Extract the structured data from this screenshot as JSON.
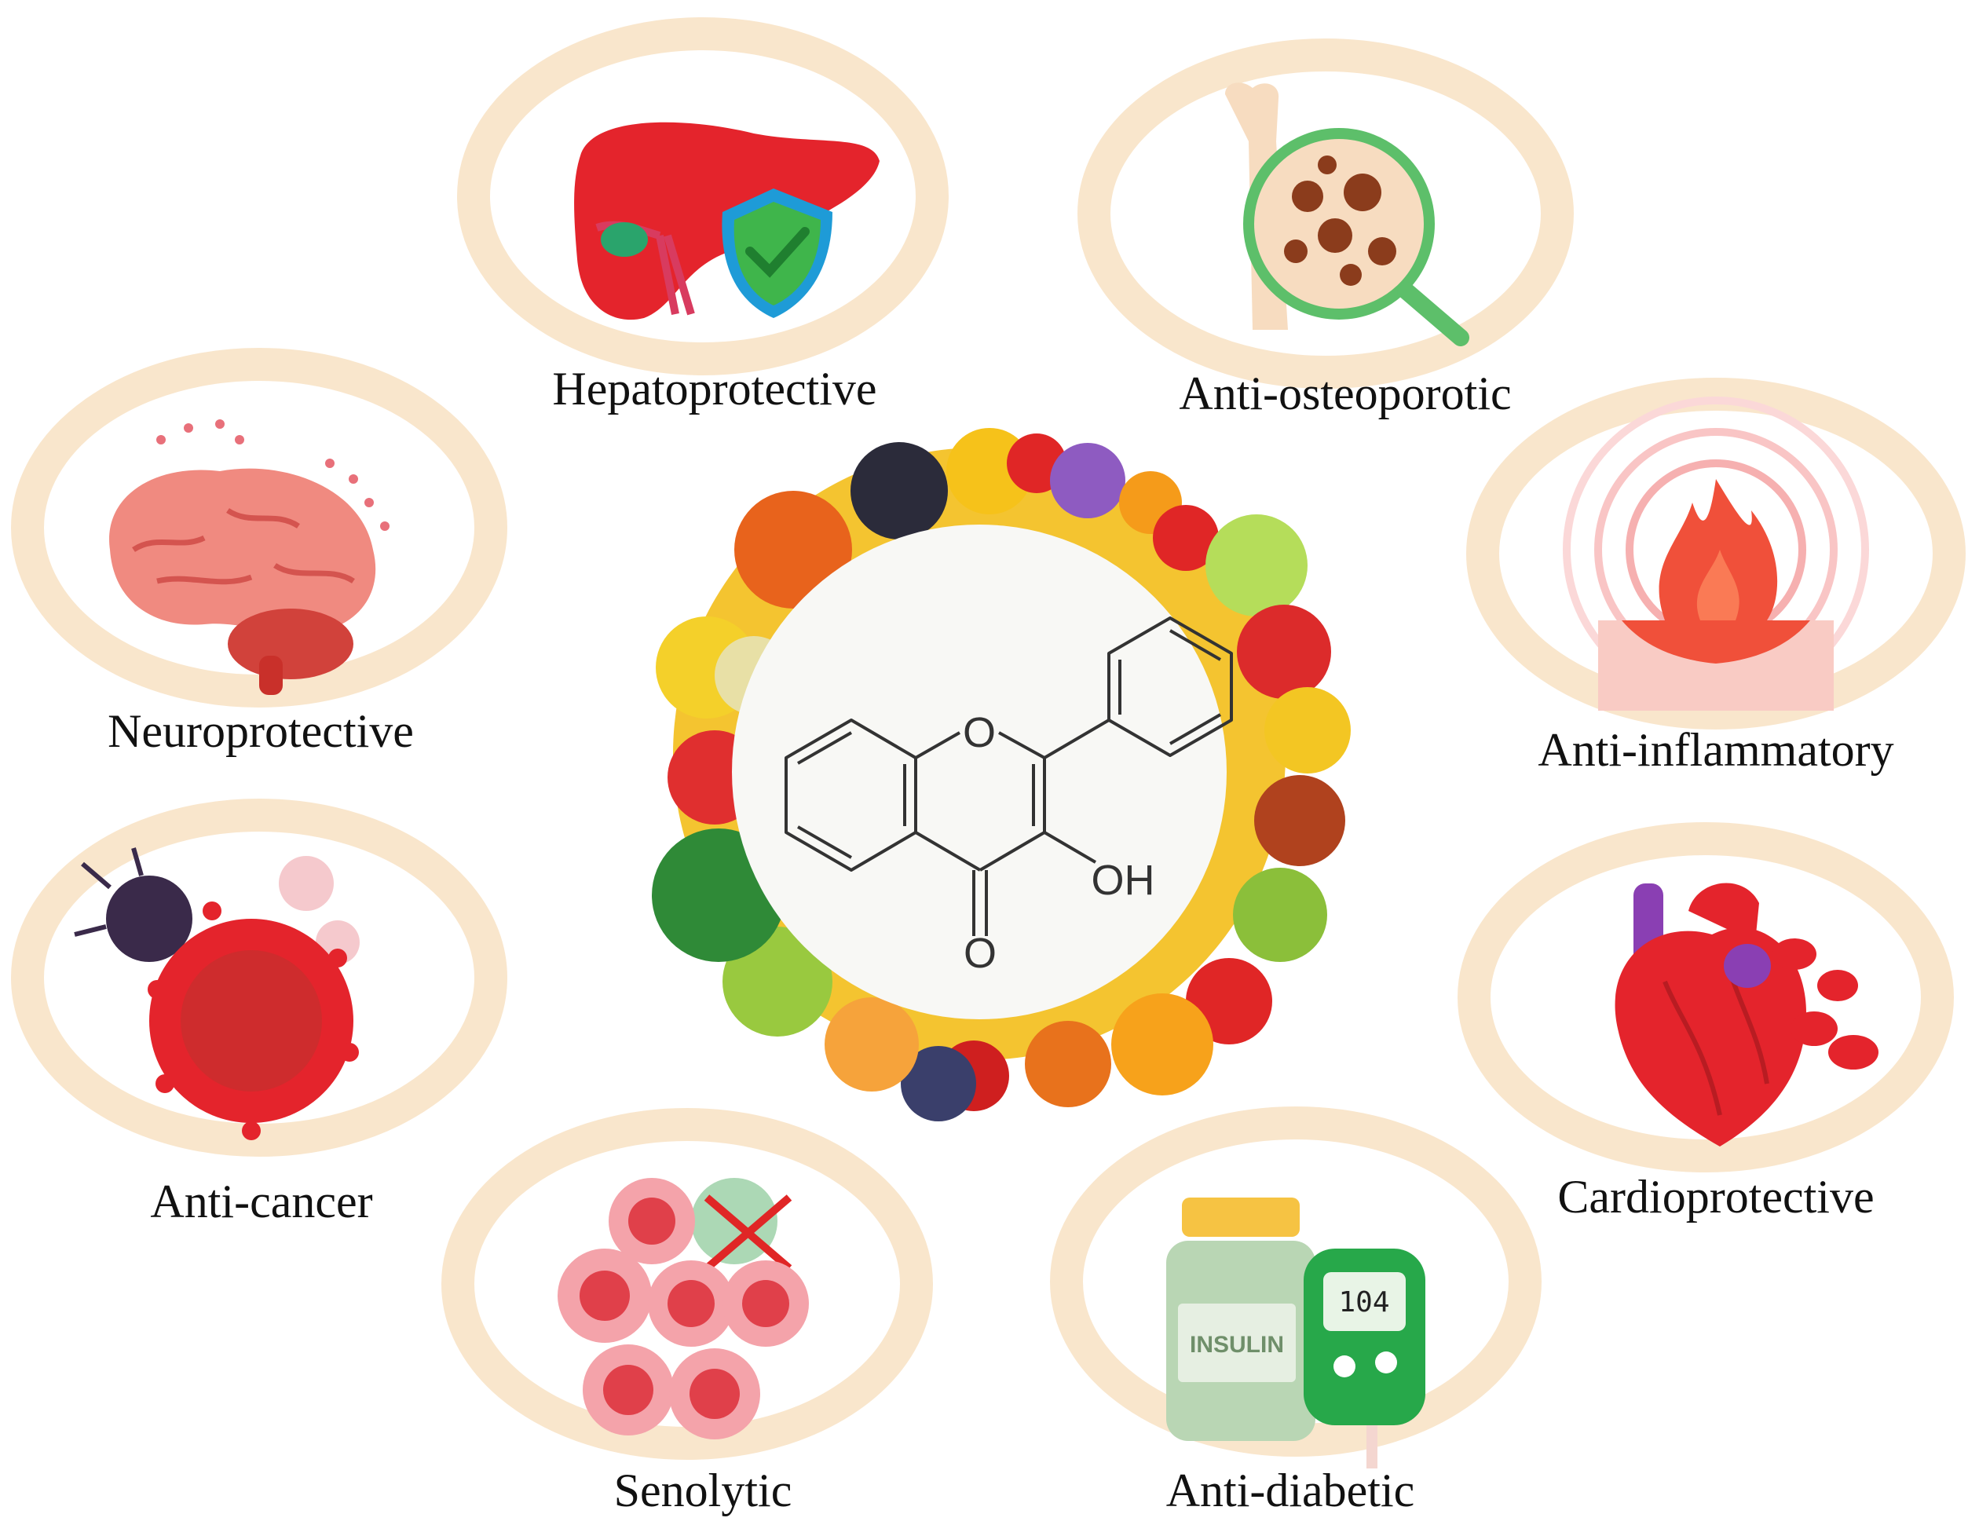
{
  "molecule": {
    "oxygen_ring": "O",
    "carbonyl": "O",
    "hydroxyl": "OH"
  },
  "colors": {
    "ring": "#f9e6cc",
    "label": "#111111",
    "center": "#f8f8f5",
    "structure": "#333333"
  },
  "activities": [
    {
      "label": "Hepatoprotective",
      "icon": "liver-shield-icon"
    },
    {
      "label": "Anti-osteoporotic",
      "icon": "bone-magnifier-icon"
    },
    {
      "label": "Neuroprotective",
      "icon": "brain-icon"
    },
    {
      "label": "Anti-inflammatory",
      "icon": "flame-icon"
    },
    {
      "label": "Anti-cancer",
      "icon": "cancer-cell-icon"
    },
    {
      "label": "Cardioprotective",
      "icon": "heart-icon"
    },
    {
      "label": "Senolytic",
      "icon": "senescent-cells-icon"
    },
    {
      "label": "Anti-diabetic",
      "icon": "insulin-glucometer-icon"
    }
  ]
}
